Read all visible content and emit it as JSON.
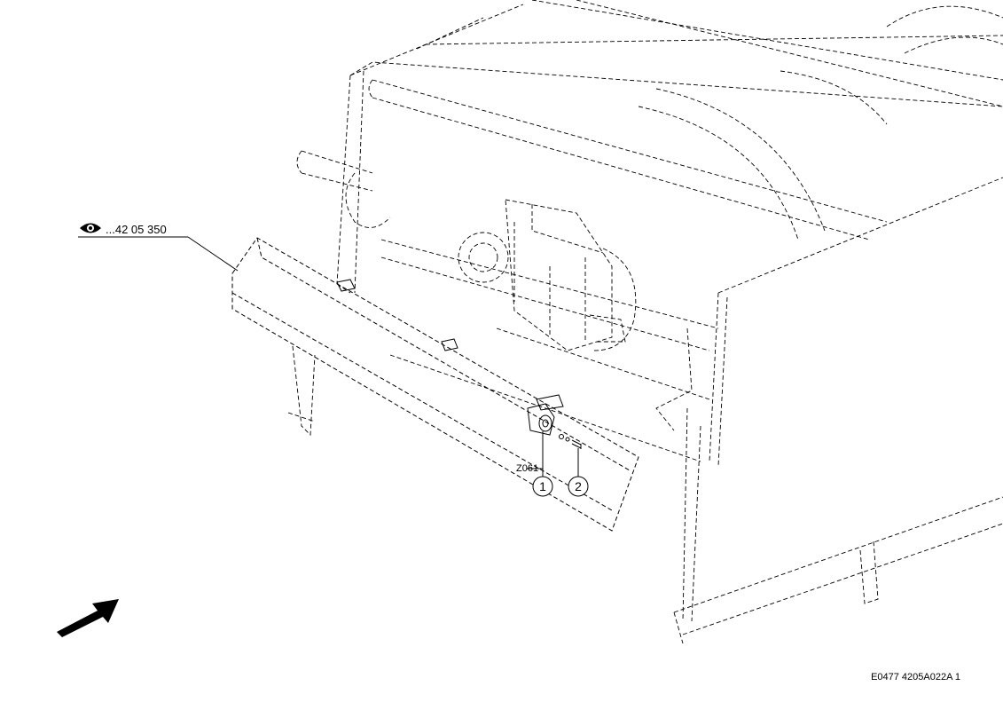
{
  "reference": {
    "text": "...42 05 350",
    "icon": "eye-icon"
  },
  "callouts": [
    {
      "number": "1",
      "component": "Z061"
    },
    {
      "number": "2"
    }
  ],
  "drawing_code": "E0477 4205A022A 1",
  "colors": {
    "line": "#000000",
    "background": "#ffffff"
  }
}
